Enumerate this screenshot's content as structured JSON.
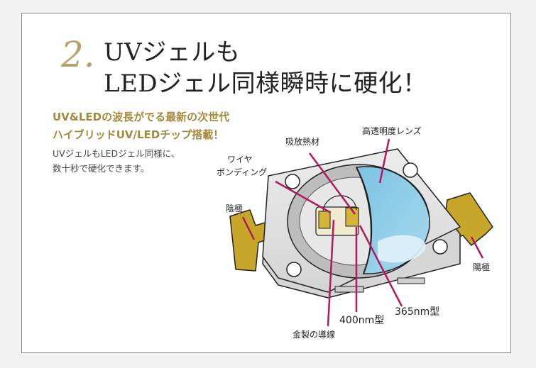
{
  "section": {
    "number": "2.",
    "title_line1": "UVジェルも",
    "title_line2": "LEDジェル同様瞬時に硬化！"
  },
  "lead": {
    "line1": "UV&LEDの波長がでる最新の次世代",
    "line2": "ハイブリッドUV/LEDチップ搭載！"
  },
  "description": {
    "line1": "UVジェルもLEDジェル同様に、",
    "line2": "数十秒で硬化できます。"
  },
  "diagram": {
    "labels": {
      "lens": "高透明度レンズ",
      "absorber": "吸放熱材",
      "wire_bonding_1": "ワイヤ",
      "wire_bonding_2": "ボンディング",
      "cathode": "陰極",
      "anode": "陽極",
      "nm365": "365nm型",
      "nm400": "400nm型",
      "gold_wire": "金製の導線"
    }
  },
  "colors": {
    "accent_gold": "#a38a3b",
    "numeral_gold": "#b6a36b",
    "callout": "#b01a5e",
    "lens_blue": "#8fcbe6",
    "terminal_gold": "#c8a629"
  }
}
